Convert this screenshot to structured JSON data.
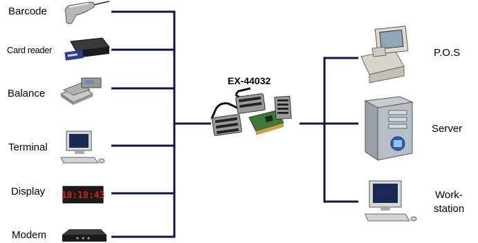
{
  "center": {
    "title": "EX-44032"
  },
  "left_devices": [
    {
      "label": "Barcode",
      "icon": "barcode-scanner-icon"
    },
    {
      "label": "Card reader",
      "icon": "card-reader-icon"
    },
    {
      "label": "Balance",
      "icon": "balance-scale-icon"
    },
    {
      "label": "Terminal",
      "icon": "terminal-icon"
    },
    {
      "label": "Display",
      "icon": "led-display-icon"
    },
    {
      "label": "Modem",
      "icon": "modem-icon"
    }
  ],
  "right_devices": [
    {
      "label": "P.O.S",
      "icon": "pos-terminal-icon"
    },
    {
      "label": "Server",
      "icon": "server-tower-icon"
    },
    {
      "label": "Work-\nstation",
      "label_line1": "Work-",
      "label_line2": "station",
      "icon": "workstation-icon"
    }
  ],
  "display_readout": "18:18:43",
  "colors": {
    "line": "#12124a",
    "led": "#d81a1a"
  }
}
